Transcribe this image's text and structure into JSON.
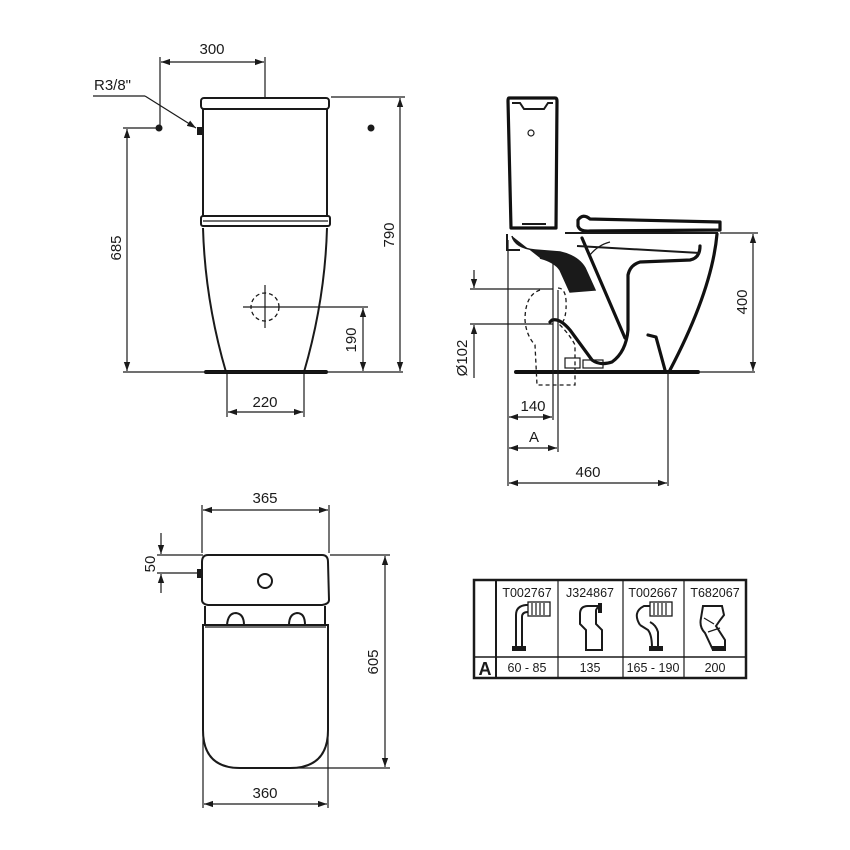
{
  "front_view": {
    "dim_tank_offset": "300",
    "inlet_label": "R3/8\"",
    "dim_inlet_height": "685",
    "dim_total_height": "790",
    "dim_outlet_height": "190",
    "dim_base_width": "220"
  },
  "side_view": {
    "dim_outlet_diameter": "Ø102",
    "dim_seat_height": "400",
    "dim_outlet_offset": "140",
    "dim_variable": "A",
    "dim_total_depth": "460"
  },
  "top_view": {
    "dim_tank_width": "365",
    "dim_inlet_offset": "50",
    "dim_total_depth": "605",
    "dim_bowl_width": "360"
  },
  "connector_table": {
    "row_label": "A",
    "columns": [
      {
        "code": "T002767",
        "value": "60 - 85"
      },
      {
        "code": "J324867",
        "value": "135"
      },
      {
        "code": "T002667",
        "value": "165 - 190"
      },
      {
        "code": "T682067",
        "value": "200"
      }
    ]
  },
  "colors": {
    "line": "#1a1a1a",
    "background": "#ffffff"
  }
}
